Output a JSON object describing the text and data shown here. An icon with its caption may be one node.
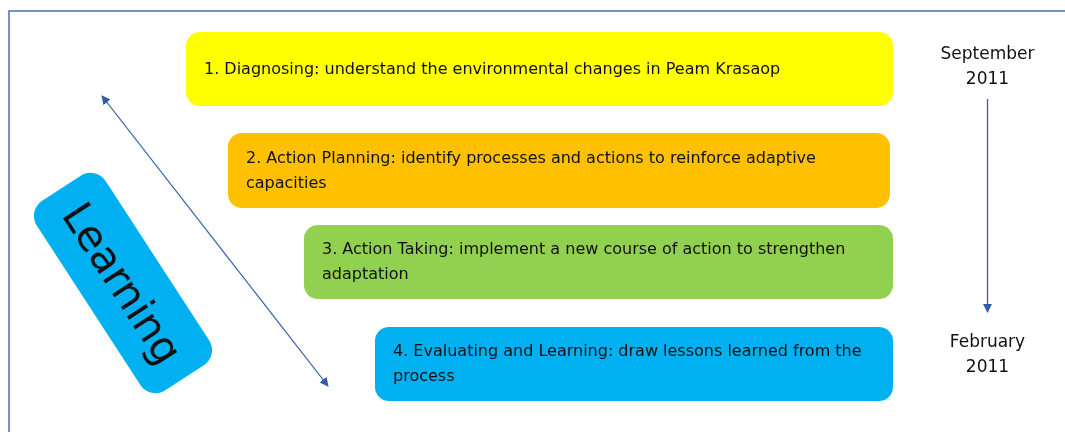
{
  "diagram": {
    "nodes": [
      {
        "text": [
          "1. Diagnosing: understand the environmental changes in Peam Krasaop"
        ]
      },
      {
        "text": [
          "2. Action Planning: identify processes and actions to reinforce adaptive capacities"
        ]
      },
      {
        "text": [
          "3. Action Taking: implement a new course of action to strengthen adaptation"
        ]
      },
      {
        "text": [
          "4. Evaluating and Learning: draw lessons learned from the process"
        ]
      },
      {
        "text": [
          "Learning"
        ]
      },
      {
        "text": [
          "September 2011"
        ]
      },
      {
        "text": [
          "February 2011"
        ]
      }
    ],
    "edges": [
      {
        "from": 5,
        "to": 6,
        "arrow": "to"
      }
    ]
  }
}
